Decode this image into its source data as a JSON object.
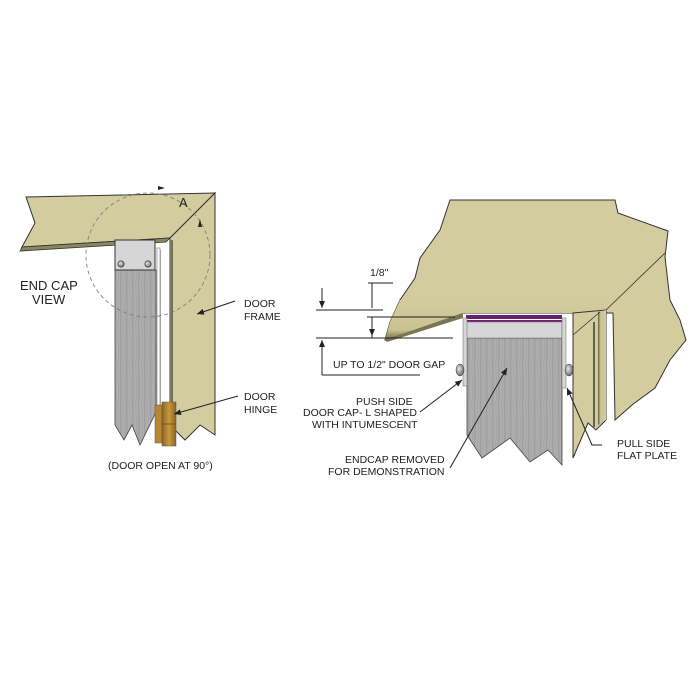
{
  "colors": {
    "frame": "#d3cc9e",
    "frame_dark": "#b8b07e",
    "door": "#a6a6a6",
    "endcap": "#d6d6d6",
    "intumescent": "#6b1f6e",
    "hinge": "#b8862e",
    "line": "#222222"
  },
  "left_view": {
    "title_line1": "END CAP",
    "title_line2": "VIEW",
    "detail_marker": "A",
    "labels": {
      "door_frame_1": "DOOR",
      "door_frame_2": "FRAME",
      "door_hinge_1": "DOOR",
      "door_hinge_2": "HINGE"
    },
    "caption": "(DOOR OPEN AT 90°)"
  },
  "right_view": {
    "labels": {
      "gap_1_8": "1/8\"",
      "door_gap": "UP TO 1/2\" DOOR GAP",
      "push_side_1": "PUSH SIDE",
      "push_side_2": "DOOR CAP- L SHAPED",
      "push_side_3": "WITH INTUMESCENT",
      "endcap_1": "ENDCAP REMOVED",
      "endcap_2": "FOR DEMONSTRATION",
      "pull_side_1": "PULL SIDE",
      "pull_side_2": "FLAT PLATE"
    }
  }
}
